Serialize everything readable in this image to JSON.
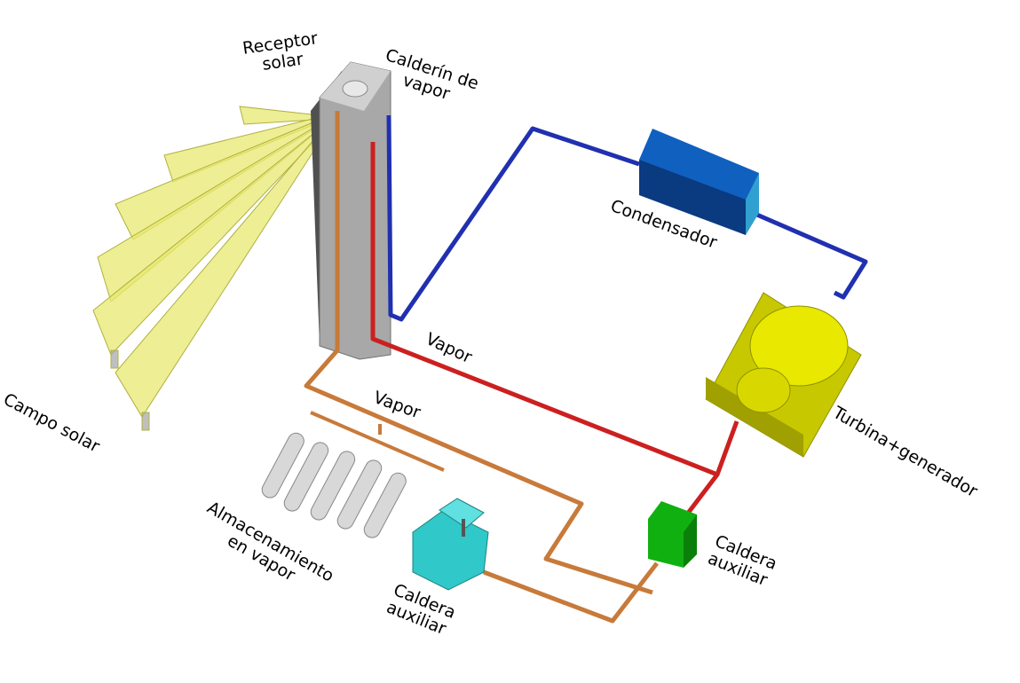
{
  "labels": {
    "receptor": "Receptor\nsolar",
    "calderin": "Calderín de\nvapor",
    "condensador": "Condensador",
    "vapor1": "Vapor",
    "vapor2": "Vapor",
    "turbina": "Turbina+generador",
    "campo": "Campo solar",
    "almacenamiento": "Almacenamiento\nen vapor",
    "caldera1": "Caldera\nauxiliar",
    "caldera2": "Caldera\nauxiliar"
  },
  "colors": {
    "steam_pipe": "#cc2020",
    "water_pipe": "#2030b0",
    "aux_pipe": "#c87a3a",
    "heliostat": "#e8e870",
    "condenser": "#1060c0",
    "turbine": "#e0e000",
    "aux_boiler_green": "#10b010",
    "aux_boiler_teal": "#30c8c8"
  }
}
